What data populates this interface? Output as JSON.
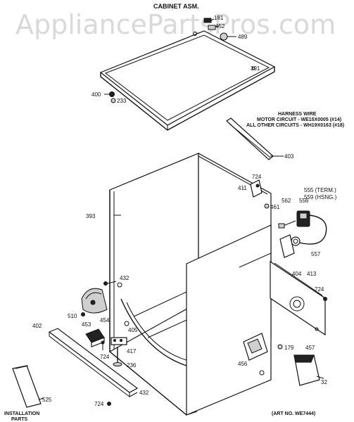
{
  "watermark": "AppliancePartsPros.com",
  "title": "CABINET ASM.",
  "harness": {
    "line1": "HARNESS WIRE",
    "line2": "MOTOR CIRCUIT - WE15X0005 (#14)",
    "line3": "ALL OTHER CIRCUITS - WH19X0163 (#18)"
  },
  "art_no": "(ART NO. WE7444)",
  "installation": {
    "line1": "INSTALLATION",
    "line2": "PARTS"
  },
  "labels": [
    {
      "id": "181",
      "text": "181"
    },
    {
      "id": "452-top",
      "text": "452"
    },
    {
      "id": "489",
      "text": "489"
    },
    {
      "id": "391",
      "text": "391"
    },
    {
      "id": "400",
      "text": "400"
    },
    {
      "id": "233",
      "text": "233"
    },
    {
      "id": "403",
      "text": "403"
    },
    {
      "id": "724-a",
      "text": "724"
    },
    {
      "id": "411",
      "text": "411"
    },
    {
      "id": "555",
      "text": "555 (TERM.)"
    },
    {
      "id": "559",
      "text": "559 (HSNG.)"
    },
    {
      "id": "562",
      "text": "562"
    },
    {
      "id": "556",
      "text": "556"
    },
    {
      "id": "461",
      "text": "461"
    },
    {
      "id": "393",
      "text": "393"
    },
    {
      "id": "557",
      "text": "557"
    },
    {
      "id": "404",
      "text": "404"
    },
    {
      "id": "413",
      "text": "413"
    },
    {
      "id": "724-b",
      "text": "724"
    },
    {
      "id": "432-a",
      "text": "432"
    },
    {
      "id": "510",
      "text": "510"
    },
    {
      "id": "454",
      "text": "454"
    },
    {
      "id": "453",
      "text": "453"
    },
    {
      "id": "405",
      "text": "405"
    },
    {
      "id": "417",
      "text": "417"
    },
    {
      "id": "402",
      "text": "402"
    },
    {
      "id": "724-c",
      "text": "724"
    },
    {
      "id": "236",
      "text": "236"
    },
    {
      "id": "456",
      "text": "456"
    },
    {
      "id": "179",
      "text": "179"
    },
    {
      "id": "457",
      "text": "457"
    },
    {
      "id": "32",
      "text": "32"
    },
    {
      "id": "525",
      "text": "525"
    },
    {
      "id": "724-d",
      "text": "724"
    },
    {
      "id": "432-b",
      "text": "432"
    }
  ]
}
